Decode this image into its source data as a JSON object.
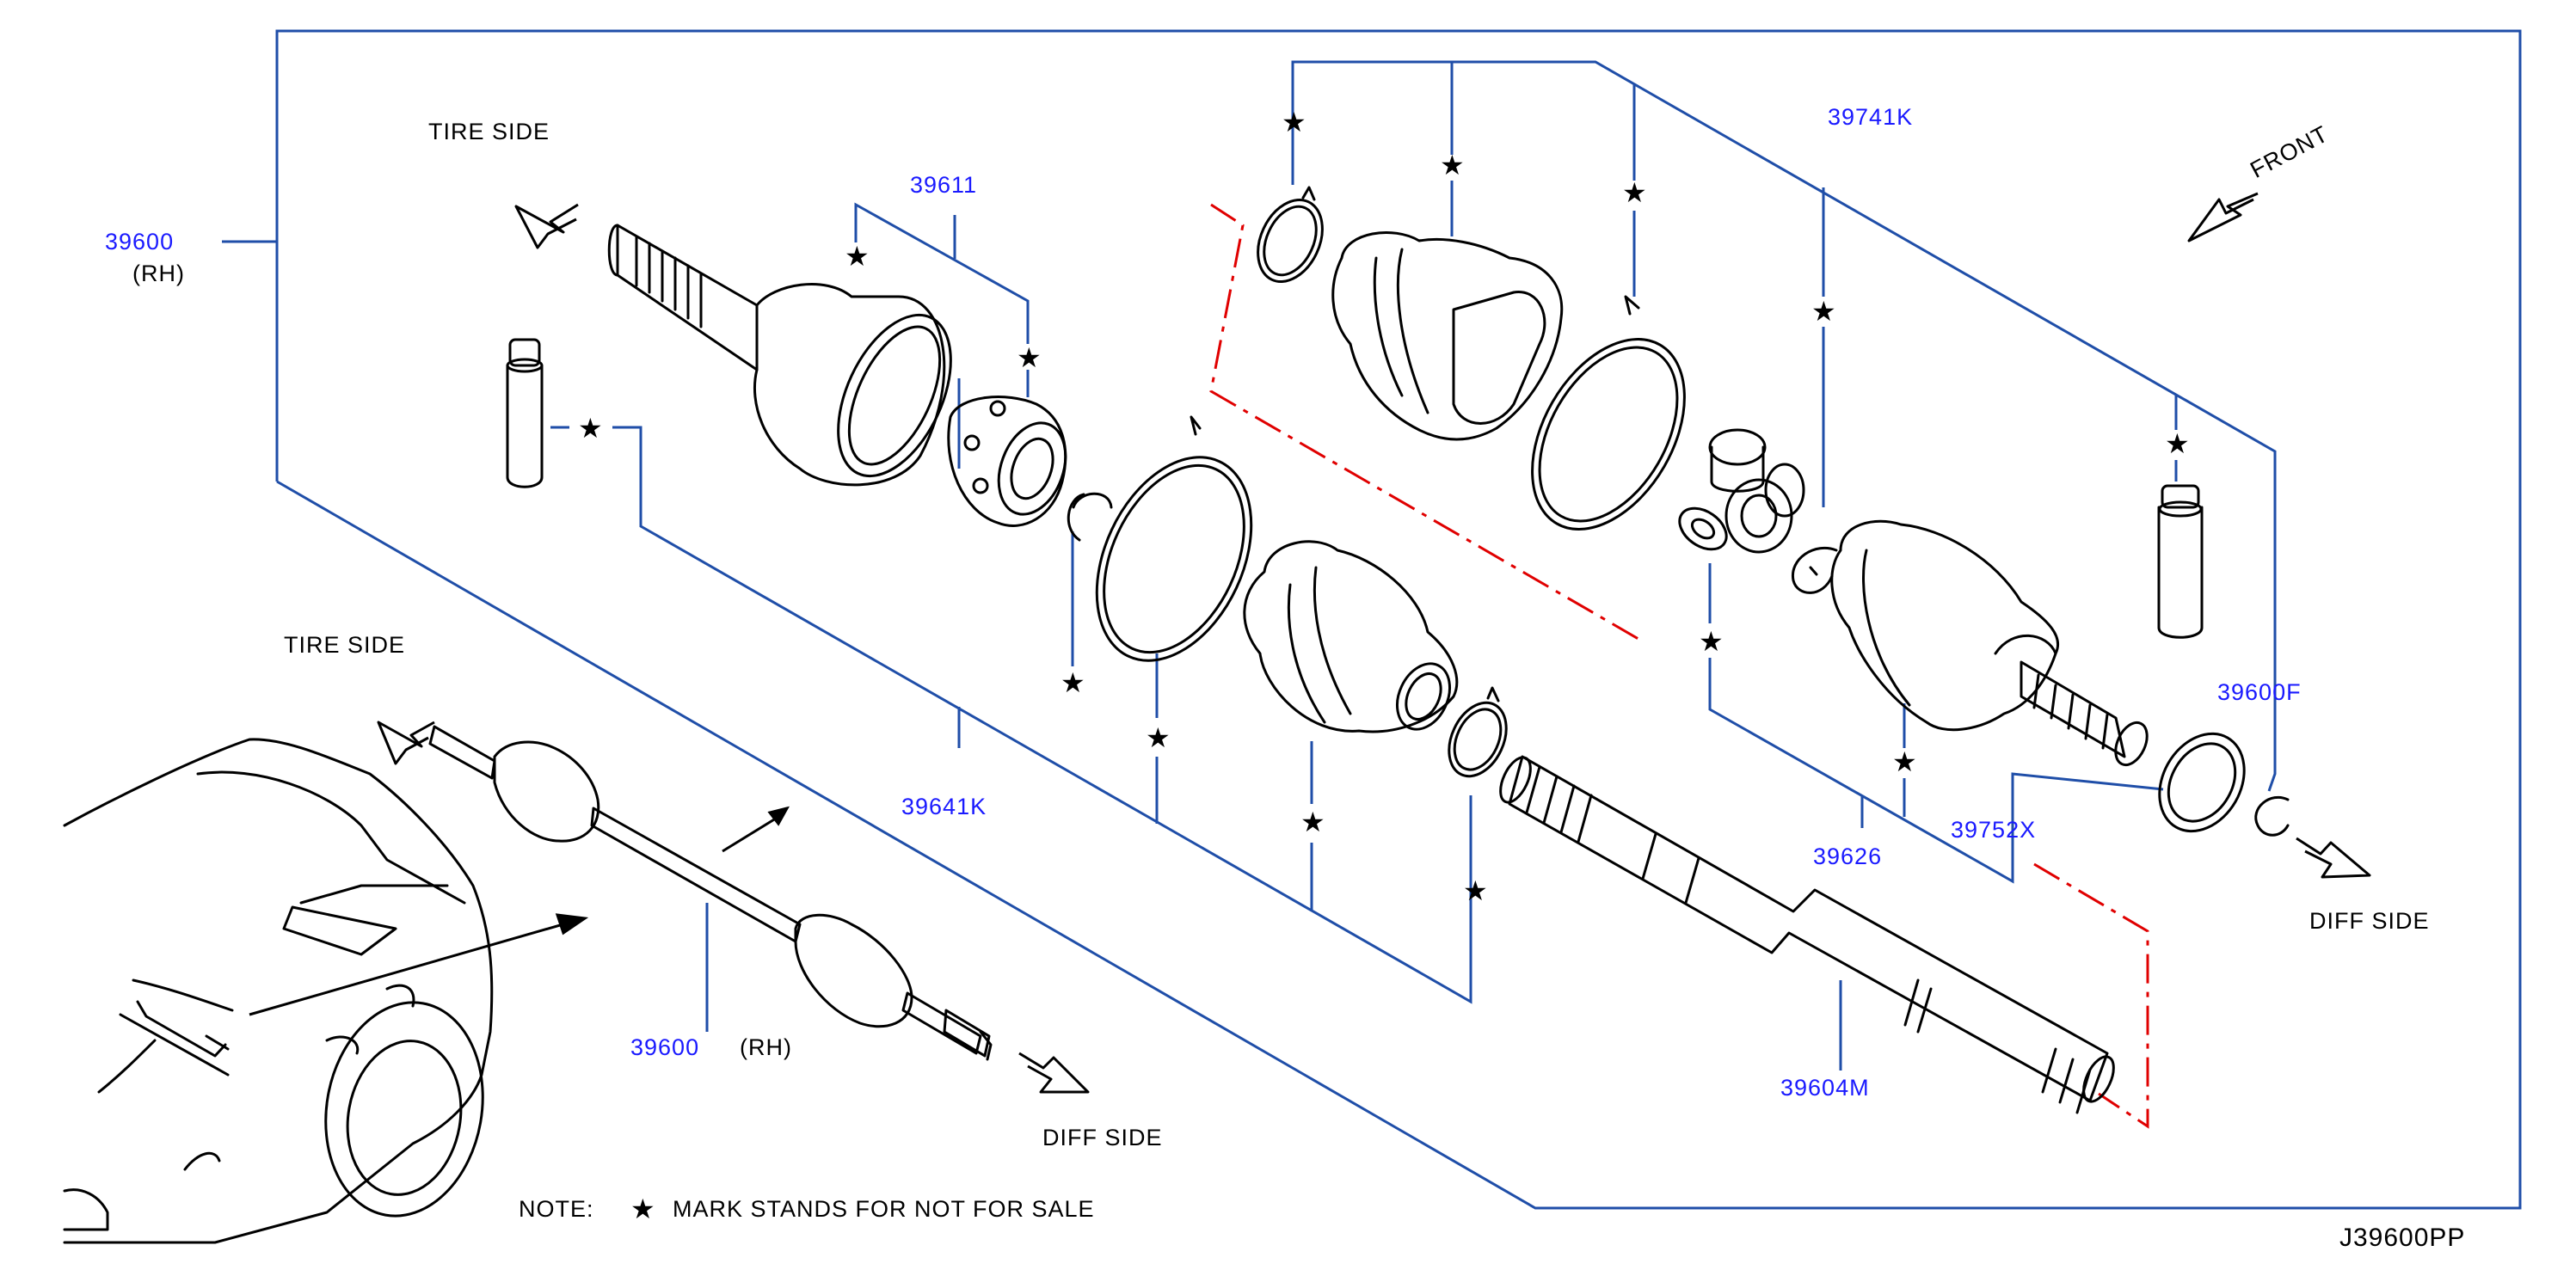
{
  "diagram": {
    "tire_side": "TIRE   SIDE",
    "diff_side": "DIFF   SIDE",
    "front": "FRONT",
    "rh": "(RH)",
    "star": "★",
    "note": "NOTE:",
    "note_text": "MARK   STANDS   FOR   NOT   FOR   SALE",
    "drawing_code": "J39600PP"
  },
  "part_numbers": {
    "p39600": "39600",
    "p39611": "39611",
    "p39641K": "39641K",
    "p39741K": "39741K",
    "p39600F": "39600F",
    "p39752X": "39752X",
    "p39626": "39626",
    "p39604M": "39604M"
  },
  "colors": {
    "leader": "#1f4ea8",
    "part_number": "#1a1aff",
    "phantom": "#e00000",
    "outline": "#000000"
  }
}
